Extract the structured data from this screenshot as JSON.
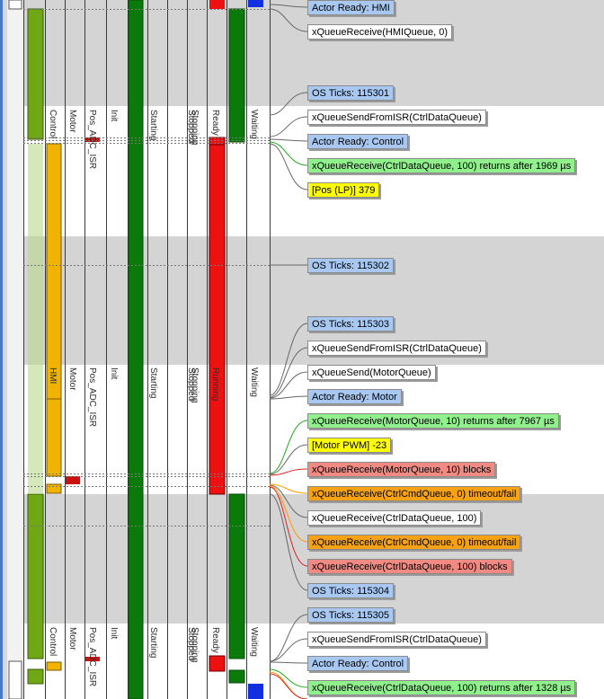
{
  "colors": {
    "shade": "#d4d4d4",
    "green_dark": "#0a7a0a",
    "green_light": "#6fa814",
    "orange": "#f0b400",
    "red": "#ee1111",
    "blue": "#1230e0"
  },
  "lane_labels": {
    "block1": [
      "Control",
      "Motor",
      "Pos_ADC_ISR",
      "Init",
      "Starting",
      "Stopped",
      "Stopping",
      "Ready",
      "Waiting"
    ],
    "block2": [
      "HMI",
      "Motor",
      "Pos_ADC_ISR",
      "Init",
      "Starting",
      "Stopped",
      "Stopping",
      "Running",
      "Waiting"
    ],
    "block3": [
      "Control",
      "Motor",
      "Pos_ADC_ISR",
      "Init",
      "Starting",
      "Stopped",
      "Stopping",
      "Ready",
      "Waiting"
    ]
  },
  "events": [
    {
      "text": "Actor Ready: HMI",
      "style": "blue"
    },
    {
      "text": "xQueueReceive(HMIQueue, 0)",
      "style": "white"
    },
    {
      "text": "OS Ticks: 115301",
      "style": "blue"
    },
    {
      "text": "xQueueSendFromISR(CtrlDataQueue)",
      "style": "white"
    },
    {
      "text": "Actor Ready: Control",
      "style": "blue"
    },
    {
      "text": "xQueueReceive(CtrlDataQueue, 100) returns after 1969 µs",
      "style": "green"
    },
    {
      "text": "[Pos (LP)] 379",
      "style": "yellow"
    },
    {
      "text": "OS Ticks: 115302",
      "style": "blue"
    },
    {
      "text": "OS Ticks: 115303",
      "style": "blue"
    },
    {
      "text": "xQueueSendFromISR(CtrlDataQueue)",
      "style": "white"
    },
    {
      "text": "xQueueSend(MotorQueue)",
      "style": "white"
    },
    {
      "text": "Actor Ready: Motor",
      "style": "blue"
    },
    {
      "text": "xQueueReceive(MotorQueue, 10) returns after 7967 µs",
      "style": "green"
    },
    {
      "text": "[Motor PWM] -23",
      "style": "yellow"
    },
    {
      "text": "xQueueReceive(MotorQueue, 10) blocks",
      "style": "red"
    },
    {
      "text": "xQueueReceive(CtrlCmdQueue, 0) timeout/fail",
      "style": "orange"
    },
    {
      "text": "xQueueReceive(CtrlDataQueue, 100)",
      "style": "white"
    },
    {
      "text": "xQueueReceive(CtrlCmdQueue, 0) timeout/fail",
      "style": "orange"
    },
    {
      "text": "xQueueReceive(CtrlDataQueue, 100) blocks",
      "style": "red"
    },
    {
      "text": "OS Ticks: 115304",
      "style": "blue"
    },
    {
      "text": "OS Ticks: 115305",
      "style": "blue"
    },
    {
      "text": "xQueueSendFromISR(CtrlDataQueue)",
      "style": "white"
    },
    {
      "text": "Actor Ready: Control",
      "style": "blue"
    },
    {
      "text": "xQueueReceive(CtrlDataQueue, 100) returns after 1328 µs",
      "style": "green"
    }
  ]
}
